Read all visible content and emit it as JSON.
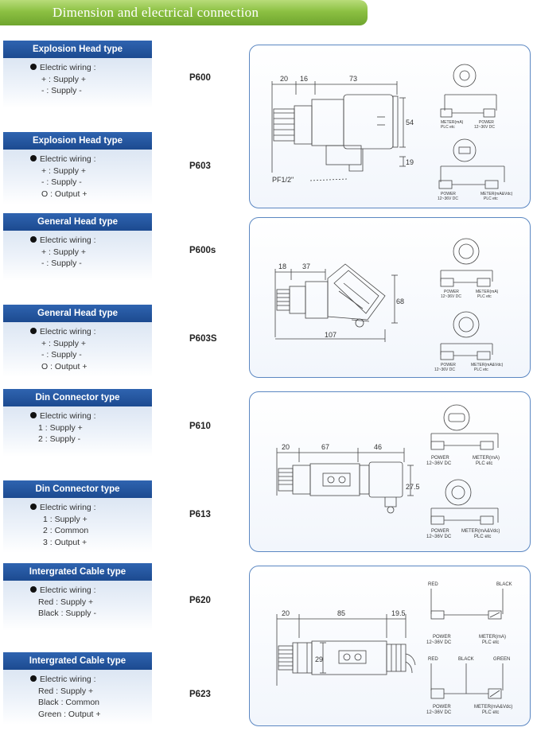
{
  "banner_title": "Dimension and electrical connection",
  "cards": [
    {
      "title": "Explosion Head type",
      "lines": [
        "Electric wiring :",
        "+ : Supply +",
        "- : Supply -"
      ],
      "model": "P600"
    },
    {
      "title": "Explosion Head type",
      "lines": [
        "Electric wiring :",
        "+ : Supply +",
        "- : Supply -",
        "O : Output +"
      ],
      "model": "P603"
    },
    {
      "title": "General Head type",
      "lines": [
        "Electric wiring :",
        "+ : Supply +",
        "- : Supply -"
      ],
      "model": "P600s"
    },
    {
      "title": "General Head type",
      "lines": [
        "Electric wiring :",
        "+ : Supply +",
        "- : Supply -",
        "O : Output +"
      ],
      "model": "P603S"
    },
    {
      "title": "Din Connector type",
      "lines": [
        "Electric wiring :",
        "1 : Supply +",
        "2 : Supply -"
      ],
      "model": "P610"
    },
    {
      "title": "Din Connector type",
      "lines": [
        "Electric wiring :",
        "1 : Supply +",
        "2 : Common",
        "3 : Output +"
      ],
      "model": "P613"
    },
    {
      "title": "Intergrated Cable type",
      "lines": [
        "Electric wiring :",
        "Red : Supply +",
        "Black : Supply -"
      ],
      "model": "P620"
    },
    {
      "title": "Intergrated Cable type",
      "lines": [
        "Electric wiring :",
        "Red : Supply +",
        "Black : Common",
        "Green : Output +"
      ],
      "model": "P623"
    }
  ],
  "diagrams": {
    "d1": {
      "dims": [
        "20",
        "16",
        "73",
        "54",
        "19"
      ],
      "thread": "PF1/2\"",
      "w1_left": "METER(mA)",
      "w1_left2": "PLC etc",
      "w1_right": "POWER",
      "w1_right2": "12~36V DC",
      "w2_left": "POWER",
      "w2_left2": "12~36V DC",
      "w2_right": "METER(mA&Vdc)",
      "w2_right2": "PLC etc"
    },
    "d2": {
      "dims": [
        "18",
        "37",
        "68",
        "107"
      ],
      "w1_left": "POWER",
      "w1_left2": "12~36V DC",
      "w1_right": "METER(mA)",
      "w1_right2": "PLC etc",
      "w2_left": "POWER",
      "w2_left2": "12~36V DC",
      "w2_right": "METER(mA&Vdc)",
      "w2_right2": "PLC etc"
    },
    "d3": {
      "dims": [
        "20",
        "67",
        "46",
        "27.5"
      ],
      "w1_left": "POWER",
      "w1_left2": "12~36V DC",
      "w1_right": "METER(mA)",
      "w1_right2": "PLC etc",
      "w2_left": "POWER",
      "w2_left2": "12~36V DC",
      "w2_right": "METER(mA&Vdc)",
      "w2_right2": "PLC etc"
    },
    "d4": {
      "dims": [
        "20",
        "85",
        "19.5",
        "29"
      ],
      "red": "RED",
      "black": "BLACK",
      "green": "GREEN",
      "w1_left": "POWER",
      "w1_left2": "12~36V DC",
      "w1_right": "METER(mA)",
      "w1_right2": "PLC etc",
      "w2_left": "POWER",
      "w2_left2": "12~36V DC",
      "w2_right": "METER(mA&Vdc)",
      "w2_right2": "PLC etc"
    }
  }
}
